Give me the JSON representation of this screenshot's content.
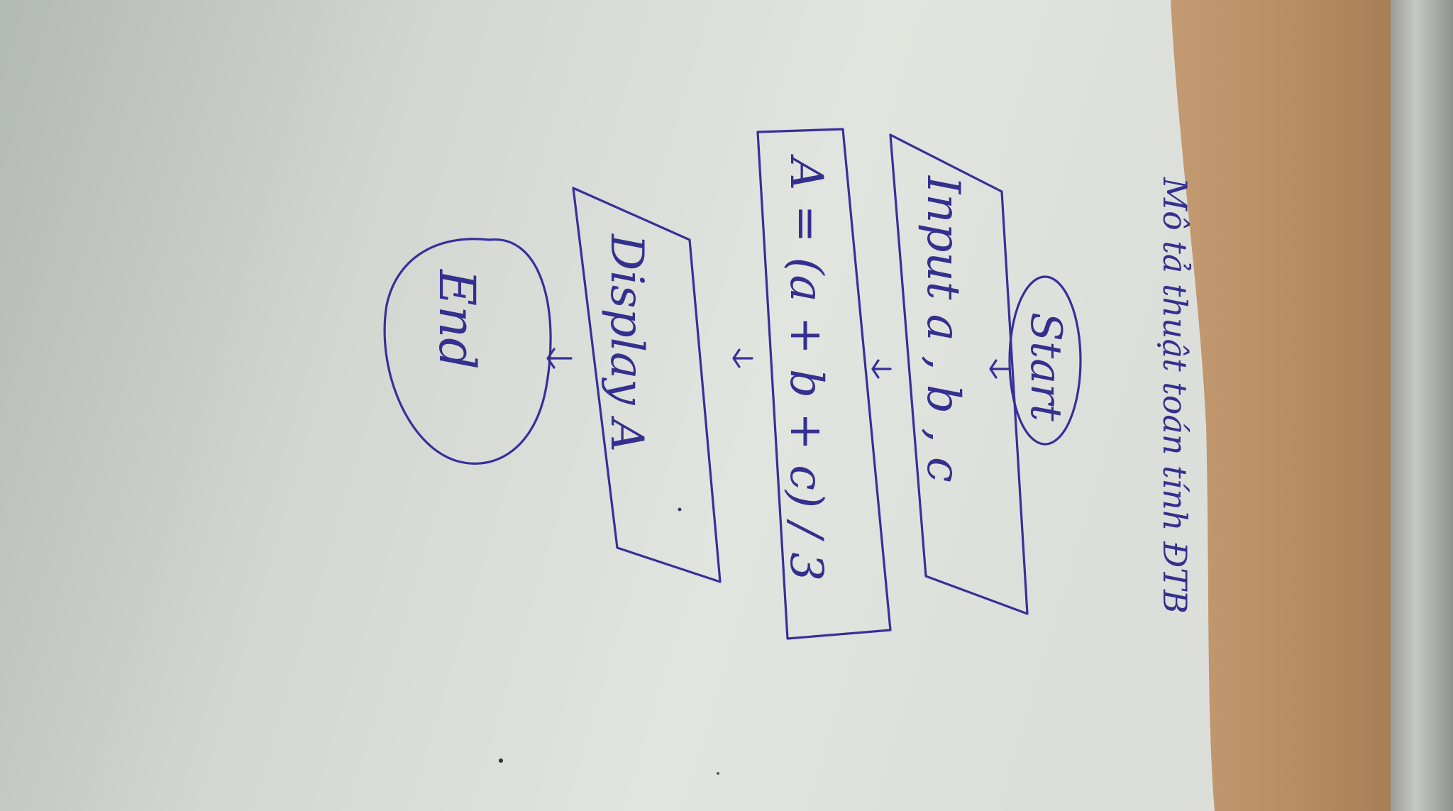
{
  "diagram": {
    "title": "Mô tả thuật toán tính ĐTB",
    "nodes": {
      "start": "Start",
      "input": "Input a , b , c",
      "process": "A = (a + b + c) / 3",
      "display": "Display A",
      "end": "End"
    },
    "connectors": [
      "start-to-input",
      "input-to-process",
      "process-to-display",
      "display-to-end"
    ]
  },
  "colors": {
    "ink": "#36309a",
    "paper": "#dadcd6",
    "desk": "#b98d63"
  }
}
